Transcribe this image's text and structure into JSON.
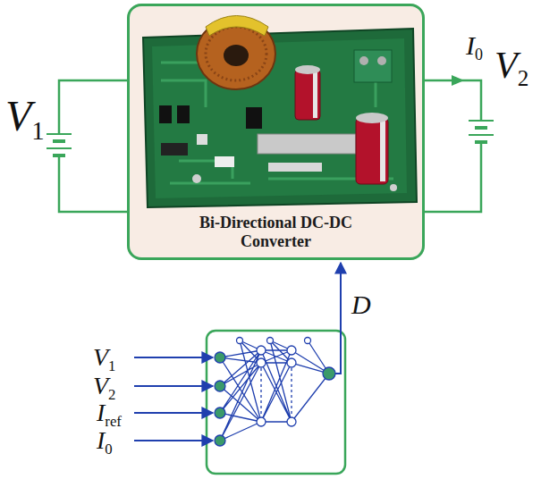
{
  "diagram": {
    "nodes": [
      {
        "text": [
          "Bi-Directional DC-DC Converter"
        ]
      }
    ],
    "labels": [
      "V1",
      "I0",
      "V2",
      "V1",
      "V2",
      "Iref",
      "I0",
      "D"
    ]
  }
}
